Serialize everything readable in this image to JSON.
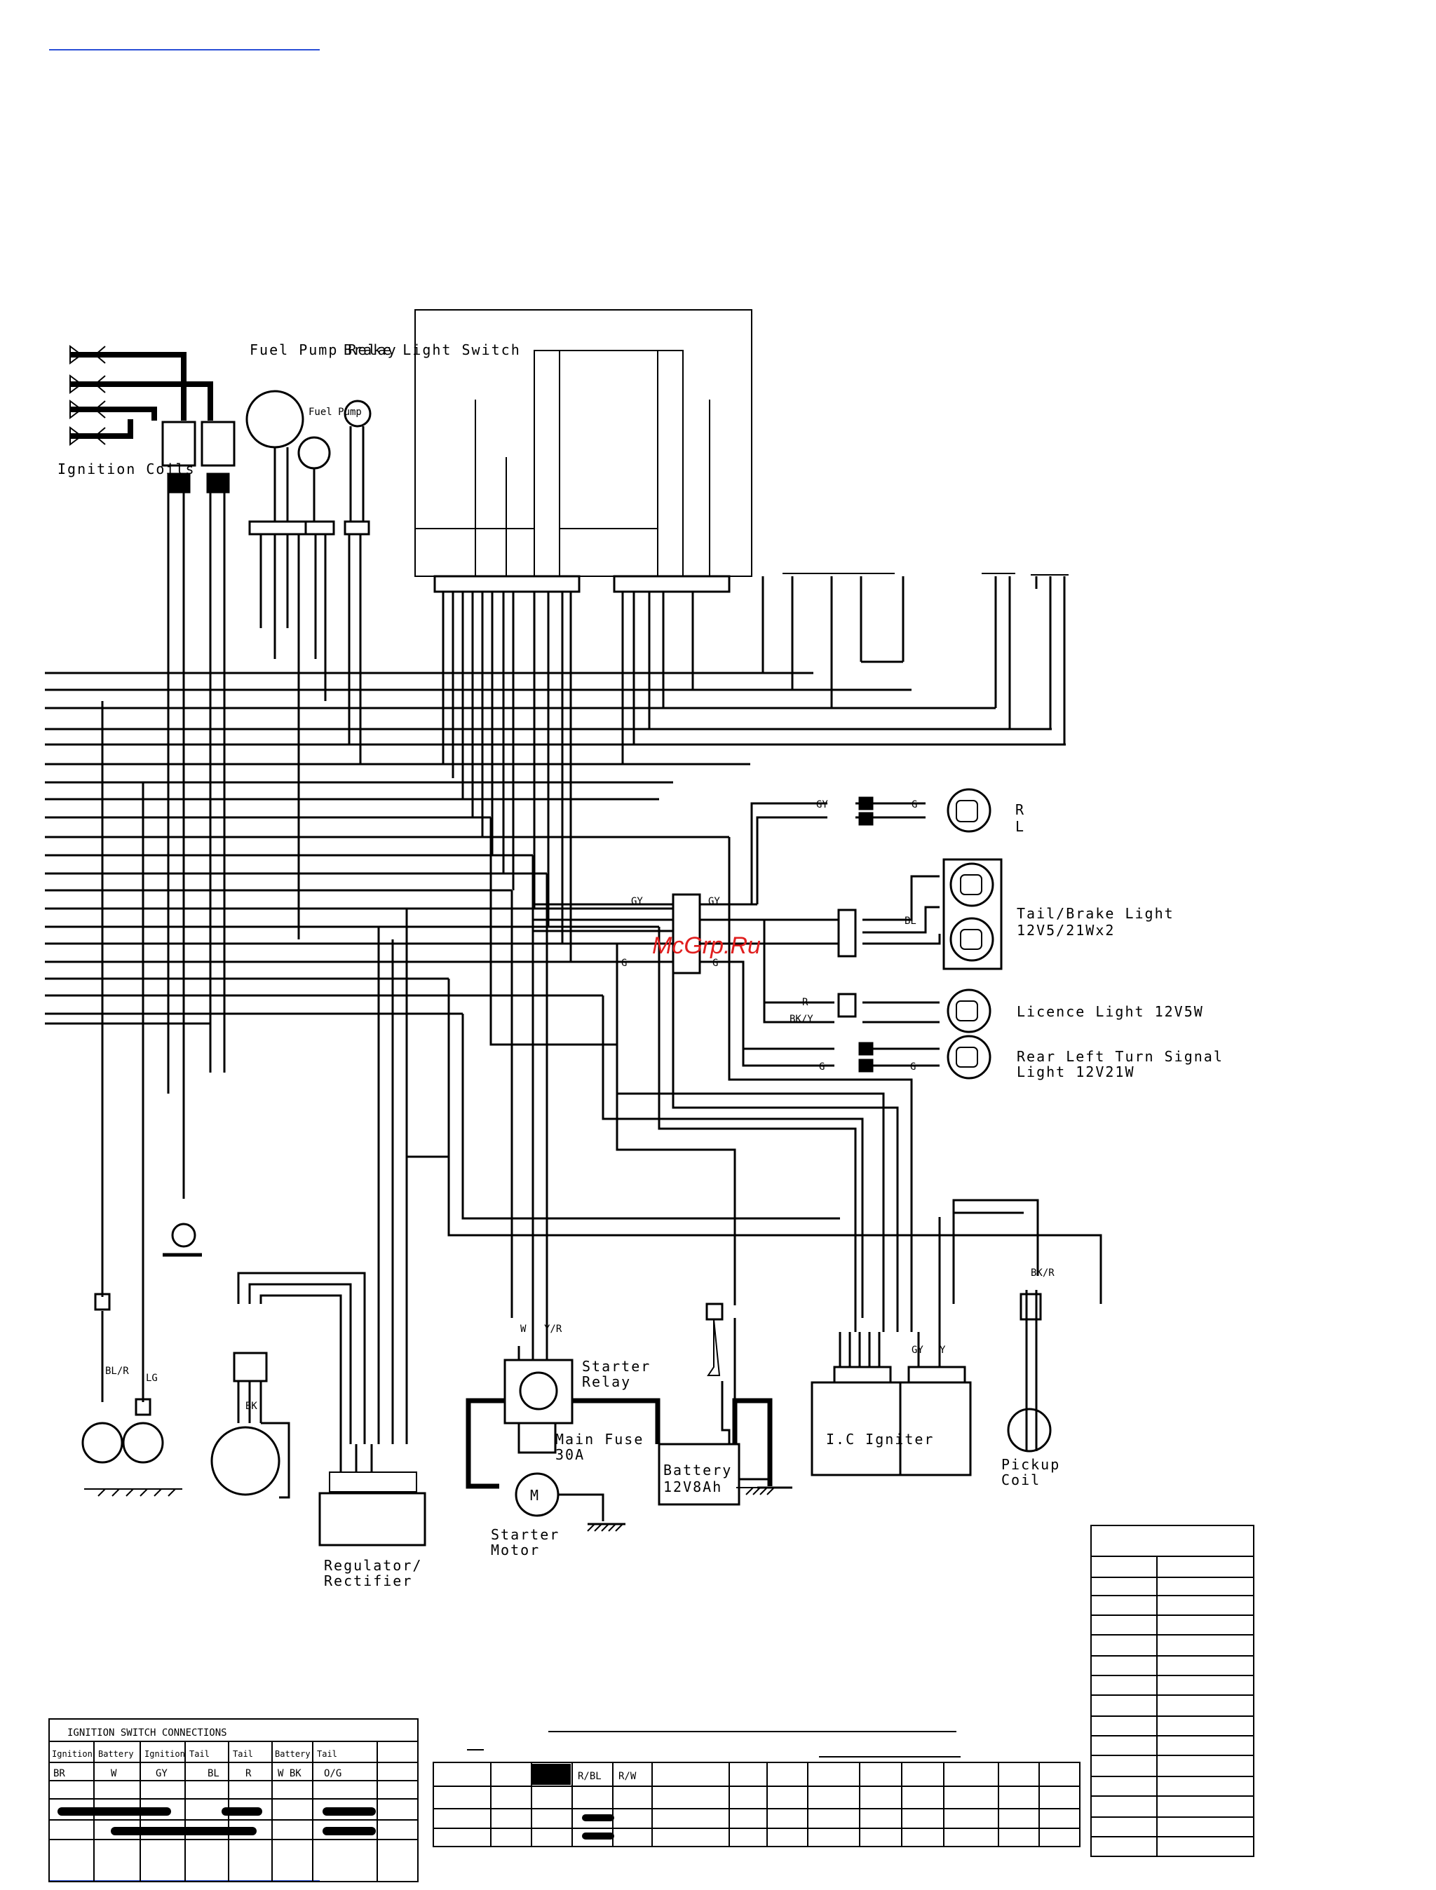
{
  "components": {
    "ignition_coils": "Ignition Coils",
    "fuel_pump_relay": "Fuel Pump Relay",
    "fuel_pump": "Fuel Pump",
    "brake_light_switch": "Brake Light Switch",
    "rear_right": "R",
    "rear_left": "L",
    "tail_brake_light": "Tail/Brake Light",
    "tail_brake_spec": "12V5/21Wx2",
    "licence_light": "Licence Light 12V5W",
    "rear_left_turn": "Rear Left Turn Signal",
    "rear_left_turn_spec": "Light 12V21W",
    "starter_relay_1": "Starter",
    "starter_relay_2": "Relay",
    "main_fuse_1": "Main Fuse",
    "main_fuse_2": "30A",
    "battery_1": "Battery",
    "battery_2": "12V8Ah",
    "ic_igniter": "I.C Igniter",
    "pickup_coil_1": "Pickup",
    "pickup_coil_2": "Coil",
    "starter_motor_1": "Starter",
    "starter_motor_2": "Motor",
    "motor_symbol": "M",
    "regulator_1": "Regulator/",
    "regulator_2": "Rectifier"
  },
  "wire_labels": {
    "gy": "GY",
    "g": "G",
    "bk_y": "BK/Y",
    "bl_r": "BL/R",
    "bl": "BL",
    "r": "R",
    "bk": "BK",
    "y": "Y",
    "w": "W",
    "y_r": "Y/R",
    "bk_r": "BK/R",
    "lg": "LG"
  },
  "tables": {
    "connections_title": "IGNITION SWITCH CONNECTIONS",
    "connections_headers": [
      "Ignition",
      "Battery",
      "Ignition",
      "Tail",
      "Tail",
      "Battery",
      "Tail"
    ],
    "connections_values": [
      "BR",
      "W",
      "GY",
      "BL",
      "R",
      "W BK",
      "O/G"
    ],
    "color_row": [
      "R/BL",
      "R/W"
    ]
  },
  "watermark": "McGrp.Ru",
  "accent_color": "#2a4fd6",
  "watermark_color": "#e01e1e"
}
